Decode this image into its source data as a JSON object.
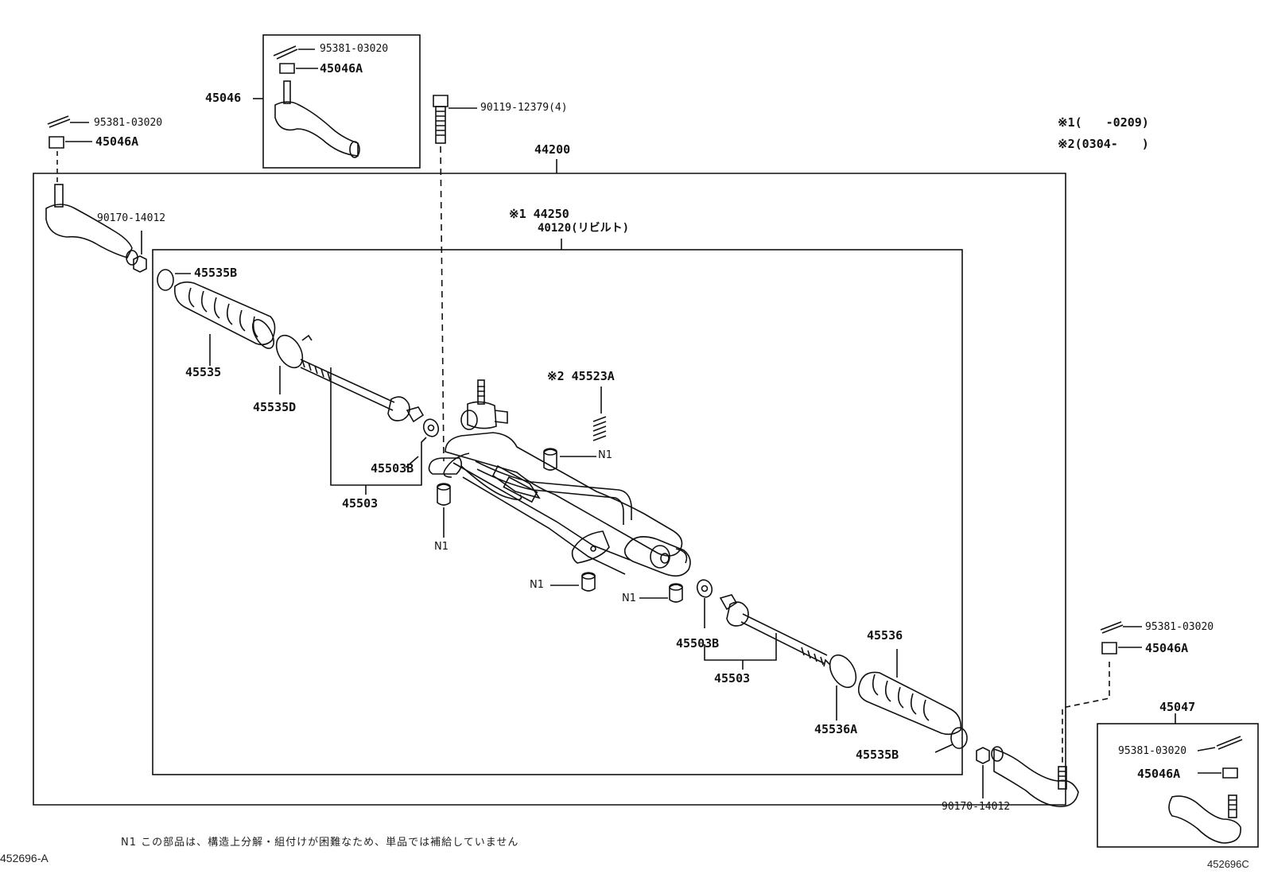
{
  "labels": {
    "top_box_pin": "95381-03020",
    "top_box_nut": "45046A",
    "top_box_assy": "45046",
    "bolt": "90119-12379(4)",
    "left_pin": "95381-03020",
    "left_nut": "45046A",
    "footnote_1": "※1(　　-0209)",
    "footnote_2": "※2(0304-　　)",
    "rack_assy": "44200",
    "rebuilt_gear": "※1 44250",
    "rebuilt_gear_alt": "40120(リビルト)",
    "left_locknut": "90170-14012",
    "left_clamp": "45535B",
    "left_boot": "45535",
    "left_boot_clip": "45535D",
    "spring": "※2 45523A",
    "n1_upper": "N1",
    "left_washer": "45503B",
    "left_inner_end": "45503",
    "n1_left": "N1",
    "n1_mid": "N1",
    "n1_right": "N1",
    "right_washer": "45503B",
    "right_inner_end": "45503",
    "right_boot": "45536",
    "right_boot_clip": "45536A",
    "right_clamp": "45535B",
    "right_locknut": "90170-14012",
    "right_pin": "95381-03020",
    "right_nut": "45046A",
    "right_box_assy": "45047",
    "right_box_pin": "95381-03020",
    "right_box_nut": "45046A"
  },
  "footer": {
    "note": "N1 この部品は、構造上分解・組付けが困難なため、単品では補給していません",
    "left_code": "452696-A",
    "right_code": "452696C"
  }
}
